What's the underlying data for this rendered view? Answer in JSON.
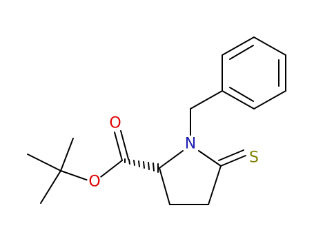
{
  "molecule": {
    "atom_labels": {
      "nitrogen": "N",
      "sulfur": "S",
      "carbonyl_oxygen": "O",
      "ester_oxygen": "O"
    },
    "colors": {
      "bond": "#000000",
      "nitrogen": "#1f1fb0",
      "sulfur": "#808000",
      "oxygen": "#e00000",
      "background": "#ffffff"
    },
    "stereo_bond": "hashed-wedge"
  }
}
